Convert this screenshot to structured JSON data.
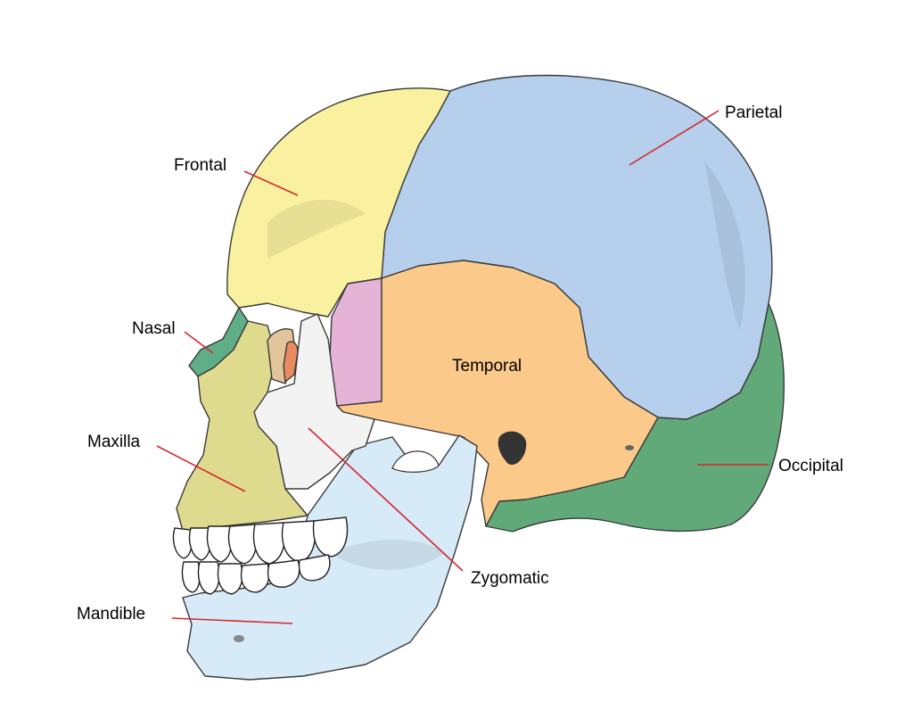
{
  "colors": {
    "frontal": "#f9f0a0",
    "parietal": "#b5cfec",
    "temporal": "#fbc98a",
    "occipital": "#62a97a",
    "sphenoid": "#e5b3d6",
    "nasal": "#5fae88",
    "maxilla": "#dedb8e",
    "zygomatic": "#f3f3f3",
    "mandible": "#d6eaf7",
    "lacrimal": "#e98a60",
    "ethmoid": "#e2c59a",
    "leader": "#d6282e"
  },
  "labels": {
    "frontal": "Frontal",
    "parietal": "Parietal",
    "nasal": "Nasal",
    "temporal": "Temporal",
    "maxilla": "Maxilla",
    "occipital": "Occipital",
    "zygomatic": "Zygomatic",
    "mandible": "Mandible"
  }
}
